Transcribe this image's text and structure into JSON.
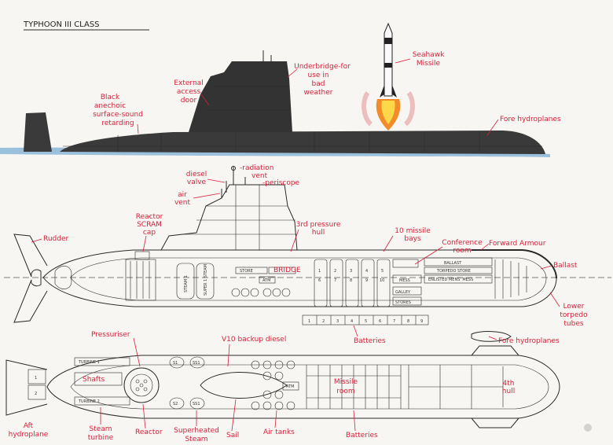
{
  "title": "TYPHOON III CLASS",
  "labels": {
    "seahawk": [
      "Seahawk",
      "Missile"
    ],
    "underbridge": [
      "Underbridge-for",
      "use in",
      "bad",
      "weather"
    ],
    "access_door": [
      "External",
      "access",
      "door"
    ],
    "anechoic": [
      "Black",
      "anechoic",
      "surface-sound",
      "retarding"
    ],
    "fore_hydroplanes_top": "Fore hydroplanes",
    "diesel_valve": [
      "diesel",
      "valve"
    ],
    "radiation_vent": [
      "-radiation",
      "vent"
    ],
    "periscope": "-periscope",
    "air_vent": [
      "air",
      "vent"
    ],
    "reactor_scram": [
      "Reactor",
      "SCRAM",
      "cap"
    ],
    "rudder": "Rudder",
    "pressure_hull": [
      "3rd pressure",
      "hull"
    ],
    "missile_bays": [
      "10 missile",
      "bays"
    ],
    "conference_room": [
      "Conference",
      "room"
    ],
    "forward_armour": "Forward Armour",
    "ballast_label": "Ballast",
    "lower_torpedo": [
      "Lower",
      "torpedo",
      "tubes"
    ],
    "batteries_mid": "Batteries",
    "fore_hydroplanes_mid": "Fore hydroplanes",
    "pressuriser": "Pressuriser",
    "v10_diesel": "V10 backup diesel",
    "missile_room": [
      "Missile",
      "room"
    ],
    "fourth_hull": [
      "4th",
      "hull"
    ],
    "aft_hydroplane": [
      "Aft",
      "hydroplane"
    ],
    "steam_turbine": [
      "Steam",
      "turbine"
    ],
    "reactor": "Reactor",
    "superheated_steam": [
      "Superheated",
      "Steam"
    ],
    "sail": "Sail",
    "air_tanks": "Air tanks",
    "batteries_bottom": "Batteries"
  },
  "interior": {
    "ballast": "BALLAST",
    "torpedo_store": "TORPEDO STORE",
    "mess": "MESS",
    "enlisted_mess": "ENLISTED MENS' MESS",
    "galley": "GALLEY",
    "stores": "STORES",
    "store": "STORE",
    "bridge": "BRIDGE",
    "atm": "ATM",
    "steam_1": "STEAM 1",
    "super_steam": "SUPER 1 STEAM",
    "bay_numbers": [
      "1",
      "2",
      "3",
      "4",
      "5",
      "6",
      "7",
      "8",
      "9",
      "10"
    ],
    "battery_numbers": [
      "1",
      "2",
      "3",
      "4",
      "5",
      "6",
      "7",
      "8",
      "9"
    ],
    "turbine_1": "TURBINE 1",
    "turbine_2": "TURBINE 2",
    "shafts": "Shafts",
    "prop_1": "1",
    "prop_2": "2",
    "ss1_top": "SS1",
    "ss1_bot": "SS1",
    "s1_top": "S1",
    "s1_bot": "S2",
    "atm_plan": "ATM"
  },
  "colors": {
    "annotation": "#d8203a",
    "ink": "#2a2a2a",
    "hull_dark": "#3a3a3a",
    "water": "#4f93c9",
    "flame": "#f28c28"
  }
}
